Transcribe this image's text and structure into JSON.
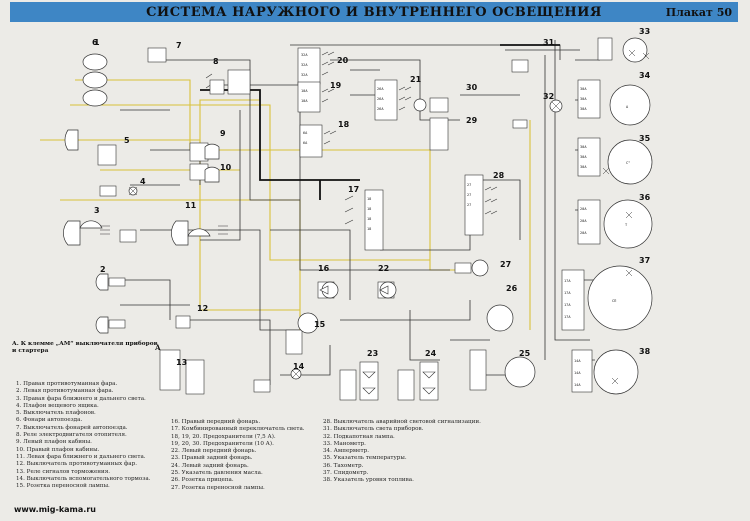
{
  "header": {
    "title": "СИСТЕМА НАРУЖНОГО И ВНУТРЕННЕГО ОСВЕЩЕНИЯ",
    "plate": "Плакат 50"
  },
  "note": {
    "text": "А. К клемме „АМ“ выключателя приборов и стартера",
    "marker": "А"
  },
  "diagram": {
    "component_numbers": [
      "1",
      "2",
      "3",
      "4",
      "5",
      "6",
      "7",
      "8",
      "9",
      "10",
      "11",
      "12",
      "13",
      "14",
      "15",
      "16",
      "17",
      "18",
      "19",
      "20",
      "21",
      "22",
      "23",
      "24",
      "25",
      "26",
      "27",
      "28",
      "29",
      "30",
      "31",
      "32",
      "33",
      "34",
      "35",
      "36",
      "37",
      "38"
    ]
  },
  "legend": {
    "col1": [
      "1. Правая противотуманная фара.",
      "2. Левая противотуманная фара.",
      "3. Правая фара ближнего и дальнего света.",
      "4. Плафон вещевого ящика.",
      "5. Выключатель плафонов.",
      "6. Фонари автопоезда.",
      "7. Выключатель фонарей автопоезда.",
      "8. Реле электродвигателя отопителя.",
      "9. Левый плафон кабины.",
      "10. Правый плафон кабины.",
      "11. Левая фара ближнего и дальнего света.",
      "12. Выключатель противотуманных фар.",
      "13. Реле сигналов торможения.",
      "14. Выключатель вспомогательного тормоза.",
      "15. Розетка переносной лампы."
    ],
    "col2": [
      "16. Правый передний фонарь.",
      "17. Комбинированный переключатель света.",
      "18, 19, 20. Предохранители (7,5 А).",
      "19, 20, 30. Предохранители (10 А).",
      "22. Левый передний фонарь.",
      "23. Правый задний фонарь.",
      "24. Левый задний фонарь.",
      "25. Указатель давления масла.",
      "26. Розетка прицепа.",
      "27. Розетка переносной лампы."
    ],
    "col3": [
      "28. Выключатель аварийной световой сигнализации.",
      "31. Выключатель света приборов.",
      "32. Подкапотная лампа.",
      "33. Манометр.",
      "34. Амперметр.",
      "35. Указатель температуры.",
      "36. Тахометр.",
      "37. Спидометр.",
      "38. Указатель уровня топлива."
    ]
  },
  "footer": {
    "website": "www.mig-kama.ru"
  },
  "colors": {
    "title_bar": "#3e86c5",
    "wire_dark": "#333333",
    "wire_yellow": "#d9c23a",
    "background": "#ecebe7"
  }
}
